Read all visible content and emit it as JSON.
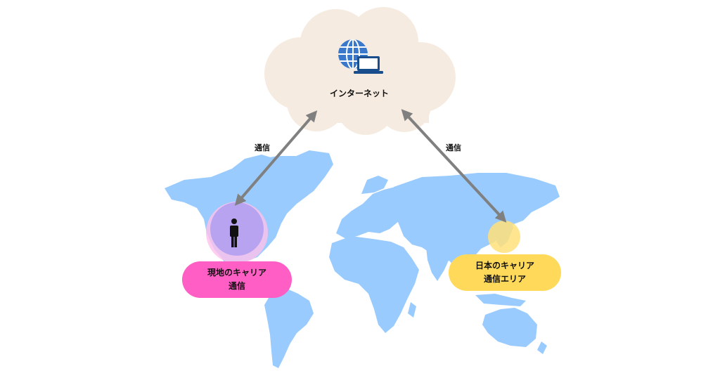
{
  "cloud": {
    "label": "インターネット",
    "icon": "globe-laptop-icon",
    "color": "#f5ebe0"
  },
  "connections": [
    {
      "label": "通信"
    },
    {
      "label": "通信"
    }
  ],
  "local_carrier": {
    "line1": "現地のキャリア",
    "line2": "通信",
    "color": "#ff5ec4"
  },
  "japan_carrier": {
    "line1": "日本のキャリア",
    "line2": "通信エリア",
    "color": "#ffd95a"
  },
  "colors": {
    "map": "#99cbff",
    "arrow": "#808080",
    "local_zone": "#ffc0eb",
    "local_zone_inner": "#b3a0f0",
    "japan_zone": "#ffe07a"
  },
  "icons": [
    "globe-icon",
    "laptop-icon",
    "person-icon"
  ]
}
